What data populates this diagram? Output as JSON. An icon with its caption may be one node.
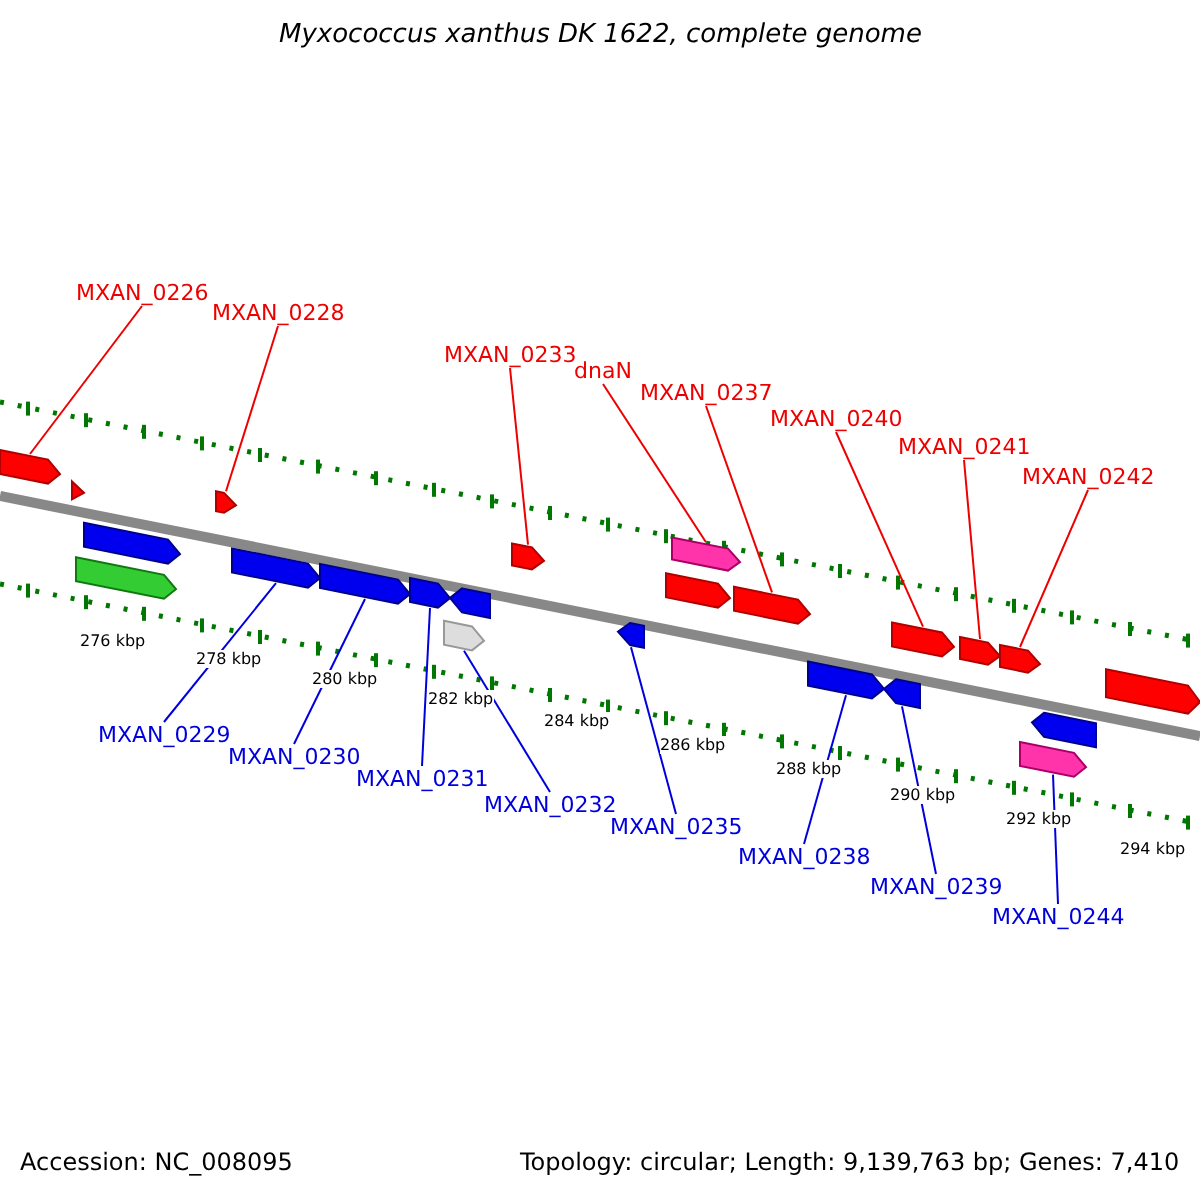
{
  "diagram": {
    "title": "Myxococcus xanthus DK 1622, complete genome",
    "nodes": [
      {
        "text": [
          "MXAN_0226"
        ]
      },
      {
        "text": [],
        "shape": "arrow"
      },
      {
        "text": [
          "MXAN_0228"
        ]
      },
      {
        "text": [],
        "shape": "arrow"
      },
      {
        "text": [
          "MXAN_0233"
        ]
      },
      {
        "text": [],
        "shape": "arrow"
      },
      {
        "text": [
          "dnaN"
        ]
      },
      {
        "text": [],
        "shape": "arrow"
      },
      {
        "text": [
          "MXAN_0237"
        ]
      },
      {
        "text": [],
        "shape": "arrow"
      },
      {
        "text": [
          "MXAN_0240"
        ]
      },
      {
        "text": [],
        "shape": "arrow"
      },
      {
        "text": [
          "MXAN_0241"
        ]
      },
      {
        "text": [],
        "shape": "arrow"
      },
      {
        "text": [
          "MXAN_0242"
        ]
      },
      {
        "text": [],
        "shape": "arrow"
      },
      {
        "text": [
          "MXAN_0229"
        ]
      },
      {
        "text": [],
        "shape": "arrow"
      },
      {
        "text": [
          "MXAN_0230"
        ]
      },
      {
        "text": [],
        "shape": "arrow"
      },
      {
        "text": [
          "MXAN_0231"
        ]
      },
      {
        "text": [],
        "shape": "arrow"
      },
      {
        "text": [
          "MXAN_0232"
        ]
      },
      {
        "text": [],
        "shape": "arrow"
      },
      {
        "text": [
          "MXAN_0235"
        ]
      },
      {
        "text": [],
        "shape": "arrow"
      },
      {
        "text": [
          "MXAN_0238"
        ]
      },
      {
        "text": [],
        "shape": "arrow"
      },
      {
        "text": [
          "MXAN_0239"
        ]
      },
      {
        "text": [],
        "shape": "arrow"
      },
      {
        "text": [
          "MXAN_0244"
        ]
      },
      {
        "text": [],
        "shape": "arrow"
      },
      {
        "text": [],
        "shape": "arrow"
      },
      {
        "text": [],
        "shape": "arrow"
      },
      {
        "text": [],
        "shape": "arrow"
      },
      {
        "text": [],
        "shape": "arrow"
      },
      {
        "text": [],
        "shape": "arrow"
      },
      {
        "text": [],
        "shape": "arrow"
      },
      {
        "text": [],
        "shape": "arrow"
      }
    ],
    "edges": [
      {
        "from": 0,
        "to": 1,
        "arrow": "none"
      },
      {
        "from": 2,
        "to": 3,
        "arrow": "none"
      },
      {
        "from": 4,
        "to": 5,
        "arrow": "none"
      },
      {
        "from": 6,
        "to": 7,
        "arrow": "none"
      },
      {
        "from": 8,
        "to": 9,
        "arrow": "none"
      },
      {
        "from": 10,
        "to": 11,
        "arrow": "none"
      },
      {
        "from": 12,
        "to": 13,
        "arrow": "none"
      },
      {
        "from": 14,
        "to": 15,
        "arrow": "none"
      },
      {
        "from": 16,
        "to": 17,
        "arrow": "none",
        "color": "#0000dd"
      },
      {
        "from": 18,
        "to": 19,
        "arrow": "none",
        "color": "#0000dd"
      },
      {
        "from": 20,
        "to": 21,
        "arrow": "none",
        "color": "#0000dd"
      },
      {
        "from": 22,
        "to": 23,
        "arrow": "none",
        "color": "#0000dd"
      },
      {
        "from": 24,
        "to": 25,
        "arrow": "none",
        "color": "#0000dd"
      },
      {
        "from": 26,
        "to": 27,
        "arrow": "none",
        "color": "#0000dd"
      },
      {
        "from": 28,
        "to": 29,
        "arrow": "none",
        "color": "#0000dd"
      },
      {
        "from": 30,
        "to": 31,
        "arrow": "none",
        "color": "#0000dd"
      }
    ],
    "labels": [
      "276 kbp",
      "278 kbp",
      "280 kbp",
      "282 kbp",
      "284 kbp",
      "286 kbp",
      "288 kbp",
      "290 kbp",
      "292 kbp",
      "294 kbp",
      "Accession: NC_008095",
      "Topology: circular; Length: 9,139,763 bp; Genes: 7,410"
    ]
  }
}
